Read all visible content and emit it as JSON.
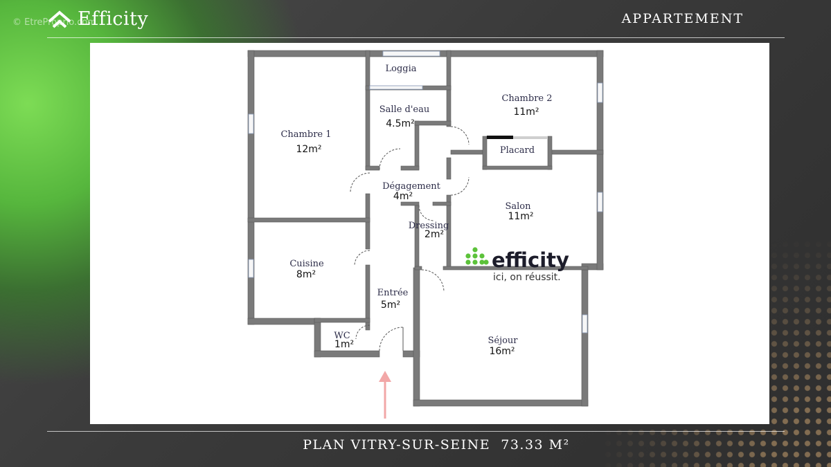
{
  "header": {
    "brand_name": "Efficity",
    "watermark": "© EtreProprio.com",
    "property_type": "APPARTEMENT"
  },
  "plan": {
    "rooms": [
      {
        "id": "chambre-1",
        "name": "Chambre 1",
        "area": "12m²"
      },
      {
        "id": "chambre-2",
        "name": "Chambre 2",
        "area": "11m²"
      },
      {
        "id": "loggia",
        "name": "Loggia",
        "area": ""
      },
      {
        "id": "salle-deau",
        "name": "Salle d'eau",
        "area": "4.5m²"
      },
      {
        "id": "degagement",
        "name": "Dégagement",
        "area": "4m²"
      },
      {
        "id": "placard",
        "name": "Placard",
        "area": ""
      },
      {
        "id": "salon",
        "name": "Salon",
        "area": "11m²"
      },
      {
        "id": "dressing",
        "name": "Dressing",
        "area": "2m²"
      },
      {
        "id": "cuisine",
        "name": "Cuisine",
        "area": "8m²"
      },
      {
        "id": "entree",
        "name": "Entrée",
        "area": "5m²"
      },
      {
        "id": "wc",
        "name": "WC",
        "area": "1m²"
      },
      {
        "id": "sejour",
        "name": "Séjour",
        "area": "16m²"
      }
    ],
    "logo": {
      "name": "efficity",
      "tagline": "ici, on réussit."
    }
  },
  "footer": {
    "title": "PLAN VITRY-SUR-SEINE  73.33 M²"
  },
  "colors": {
    "accent_green": "#5cc23a",
    "wall_gray": "#7a7a7a",
    "arrow_pink": "#f2a7a7"
  }
}
